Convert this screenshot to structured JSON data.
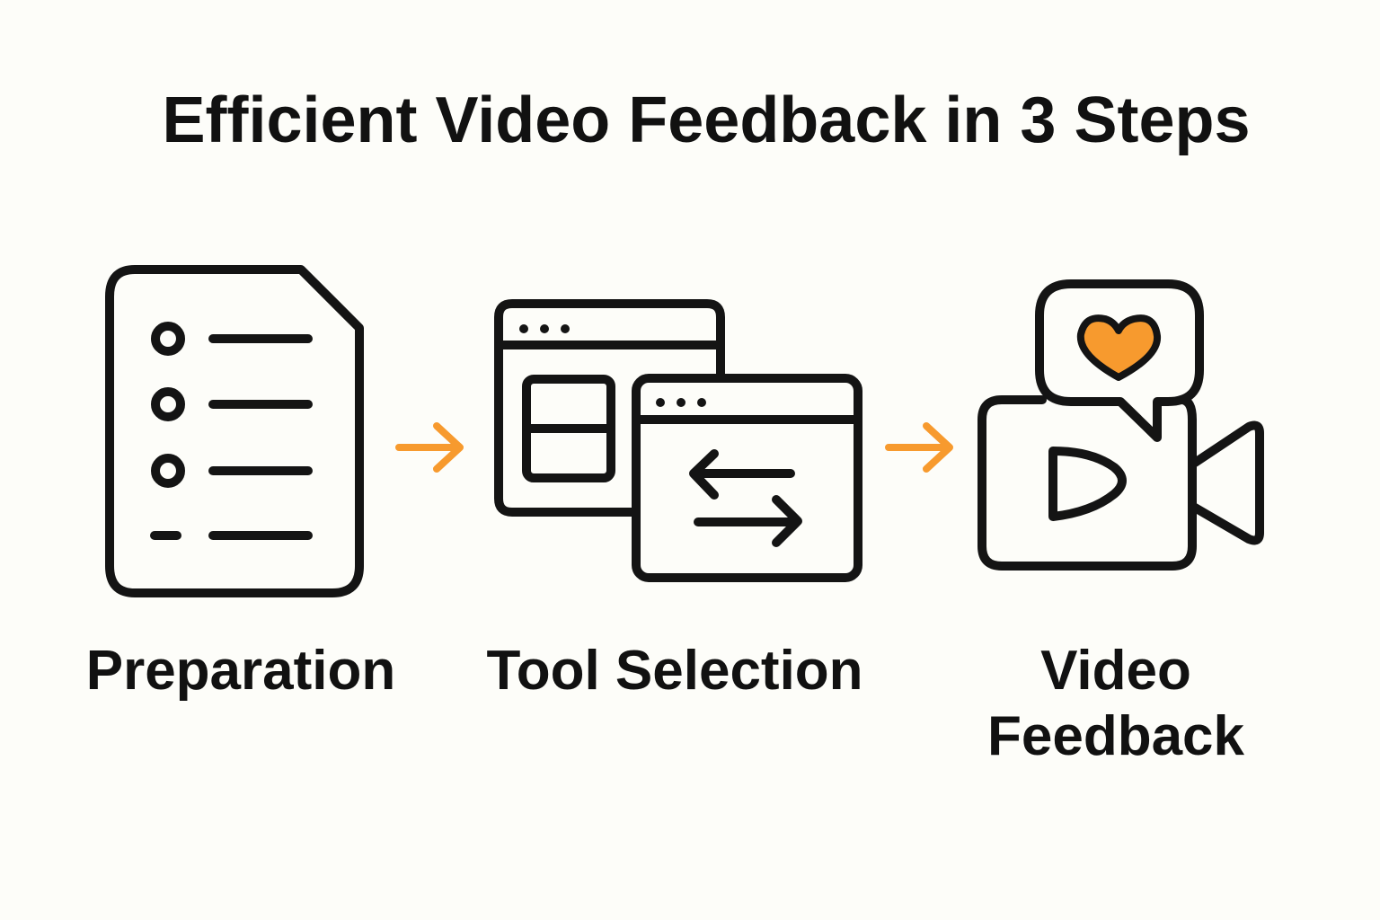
{
  "title": "Efficient Video Feedback in 3 Steps",
  "steps": [
    {
      "label": "Preparation",
      "icon": "checklist-document-icon"
    },
    {
      "label": "Tool Selection",
      "icon": "browser-windows-swap-icon"
    },
    {
      "label_line1": "Video",
      "label_line2": "Feedback",
      "icon": "video-camera-heart-icon"
    }
  ],
  "colors": {
    "accent": "#f79a2e",
    "ink": "#141414",
    "background": "#fdfdf9"
  }
}
